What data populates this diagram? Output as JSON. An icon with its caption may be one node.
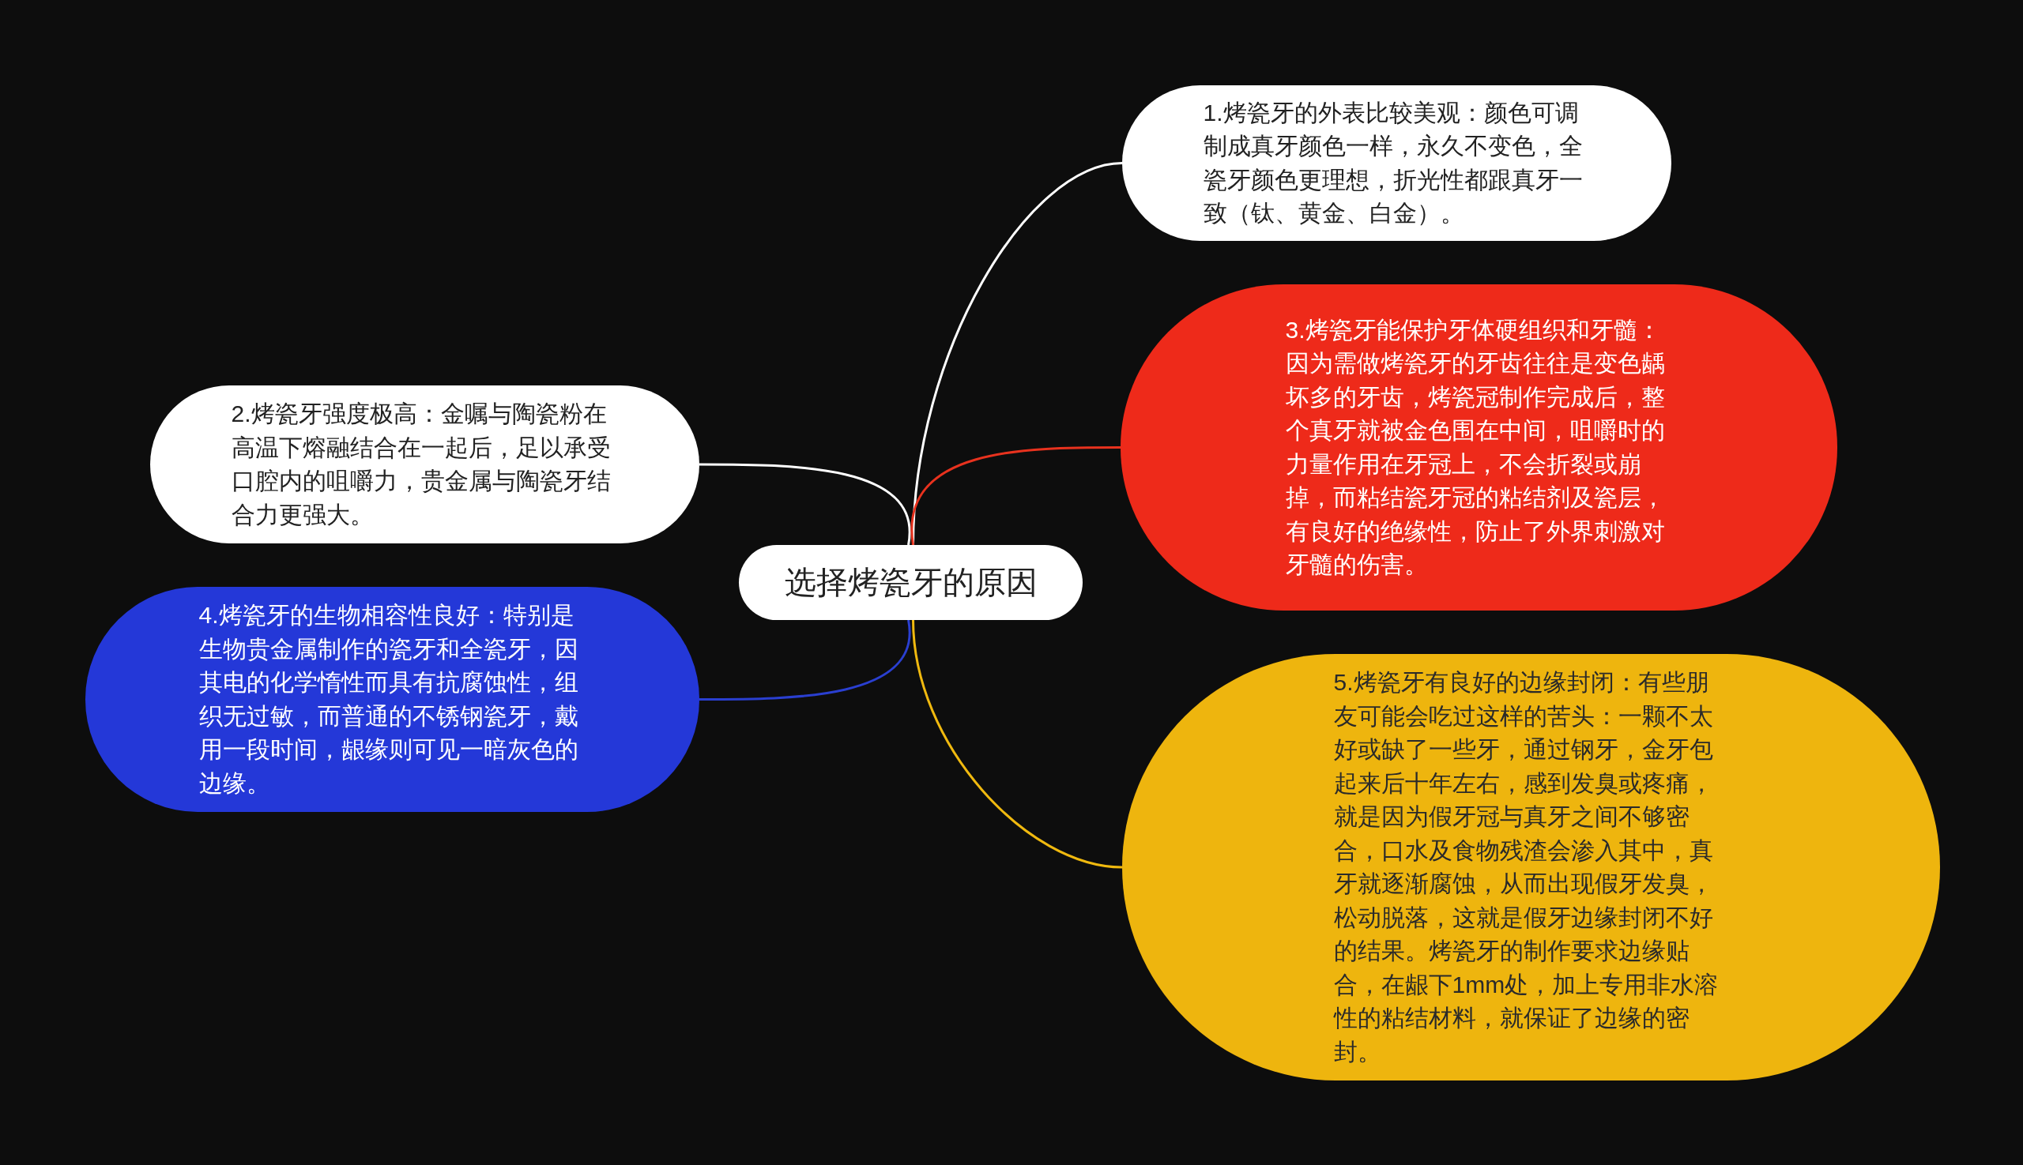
{
  "diagram": {
    "nodes": [
      {
        "text": [
          "选择烤瓷牙的原因"
        ]
      },
      {
        "text": [
          "1.烤瓷牙的外表比较美观：颜色可调制成真牙颜色一样，永久不变色，全瓷牙颜色更理想，折光性都跟真牙一致（钛、黄金、白金）。"
        ]
      },
      {
        "text": [
          "2.烤瓷牙强度极高：金嘱与陶瓷粉在高温下熔融结合在一起后，足以承受口腔内的咀嚼力，贵金属与陶瓷牙结合力更强大。"
        ]
      },
      {
        "text": [
          "3.烤瓷牙能保护牙体硬组织和牙髓：因为需做烤瓷牙的牙齿往往是变色龋坏多的牙齿，烤瓷冠制作完成后，整个真牙就被金色围在中间，咀嚼时的力量作用在牙冠上，不会折裂或崩掉，而粘结瓷牙冠的粘结剂及瓷层，有良好的绝缘性，防止了外界刺激对牙髓的伤害。"
        ]
      },
      {
        "text": [
          "4.烤瓷牙的生物相容性良好：特别是生物贵金属制作的瓷牙和全瓷牙，因其电的化学惰性而具有抗腐蚀性，组织无过敏，而普通的不锈钢瓷牙，戴用一段时间，龈缘则可见一暗灰色的边缘。"
        ]
      },
      {
        "text": [
          "5.烤瓷牙有良好的边缘封闭：有些朋友可能会吃过这样的苦头：一颗不太好或缺了一些牙，通过钢牙，金牙包起来后十年左右，感到发臭或疼痛，就是因为假牙冠与真牙之间不够密合，口水及食物残渣会渗入其中，真牙就逐渐腐蚀，从而出现假牙发臭，松动脱落，这就是假牙边缘封闭不好的结果。烤瓷牙的制作要求边缘贴合，在龈下1mm处，加上专用非水溶性的粘结材料，就保证了边缘的密封。"
        ]
      }
    ],
    "edges": [
      {
        "from": 0,
        "to": 1,
        "arrow": "none",
        "color": "#ffffff"
      },
      {
        "from": 0,
        "to": 2,
        "arrow": "none",
        "color": "#ffffff"
      },
      {
        "from": 0,
        "to": 3,
        "arrow": "none",
        "color": "#e8321e"
      },
      {
        "from": 0,
        "to": 4,
        "arrow": "none",
        "color": "#2a3fd0"
      },
      {
        "from": 0,
        "to": 5,
        "arrow": "none",
        "color": "#f0b90f"
      }
    ]
  }
}
